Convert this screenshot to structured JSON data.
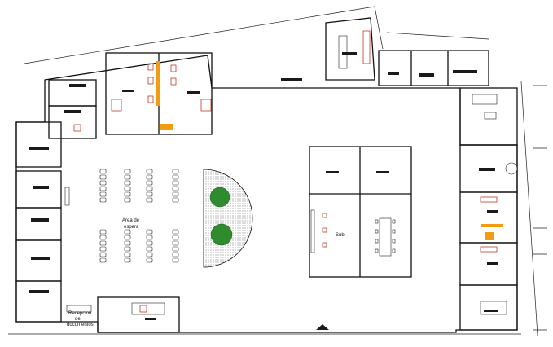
{
  "labels": {
    "waiting_area_line1": "Area de",
    "waiting_area_line2": "espera",
    "lobby": "Sub",
    "reception_line1": "Recepcion",
    "reception_line2": "de",
    "reception_line3": "documentos"
  },
  "colors": {
    "walls": "#111111",
    "fixtures_red": "#c0392b",
    "accent_orange": "#f39c12",
    "vegetation": "#2e8b2e"
  }
}
